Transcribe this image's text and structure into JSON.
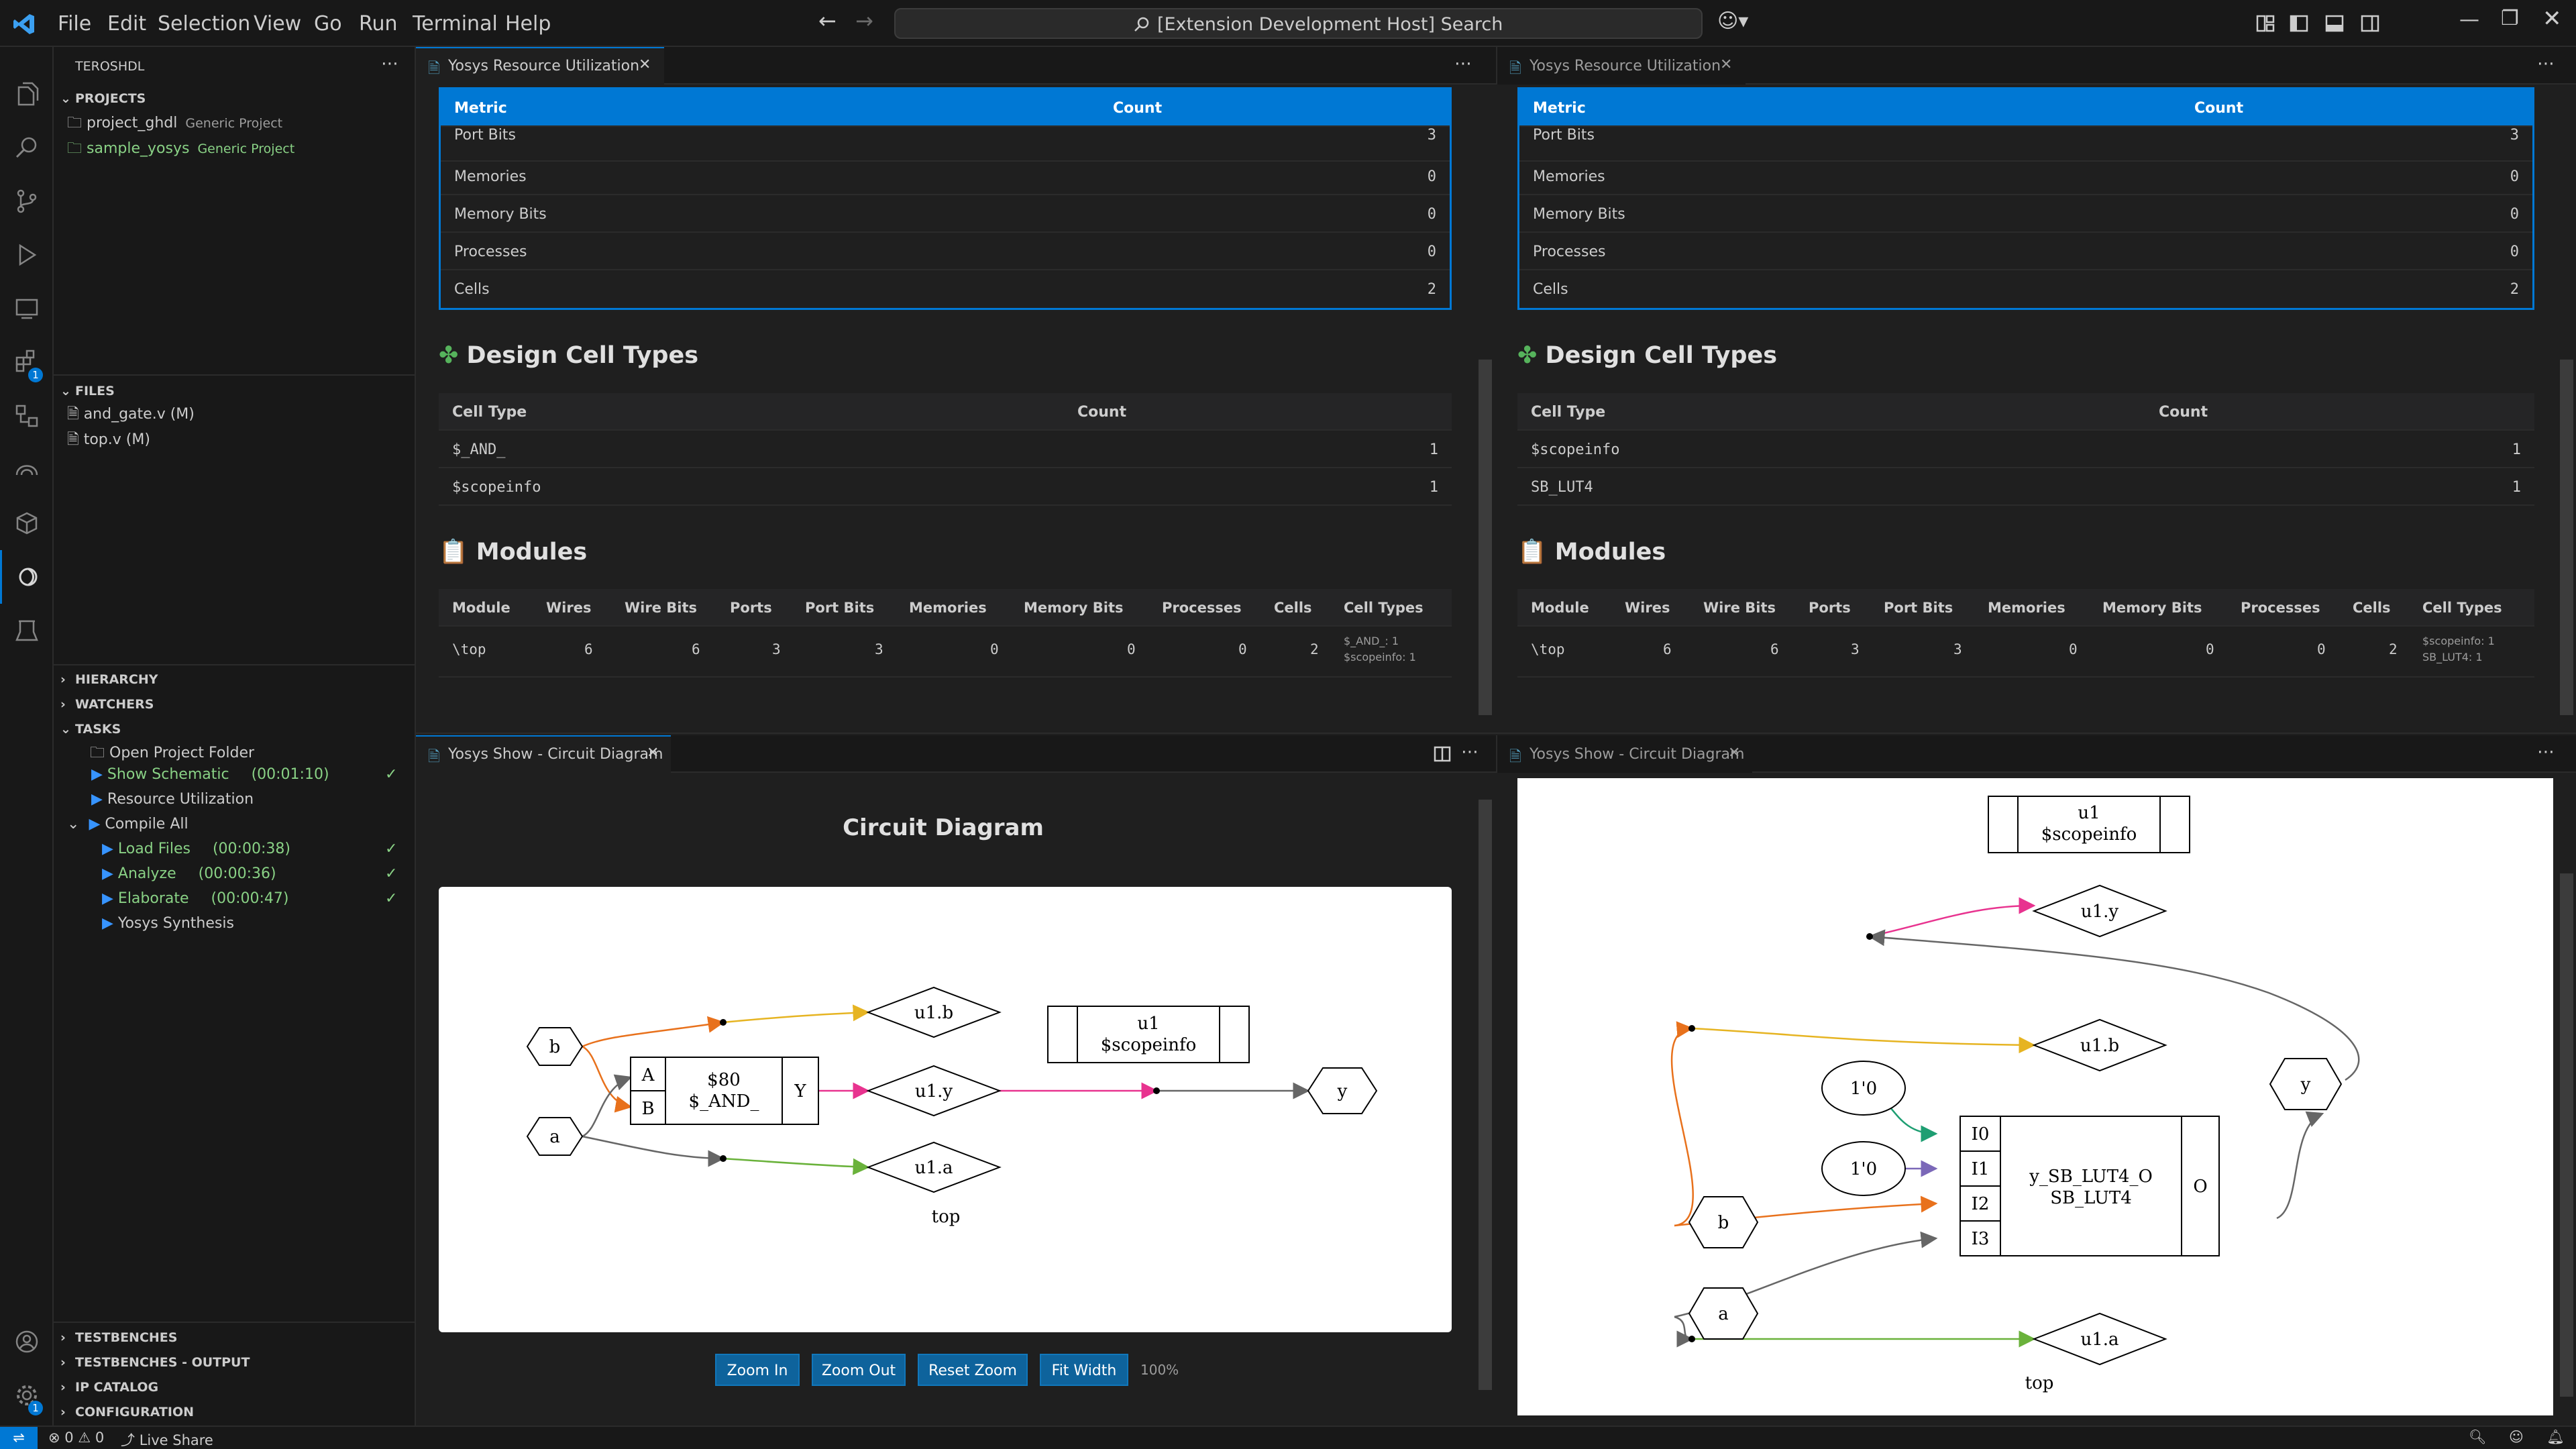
{
  "title_bar": {
    "menu": [
      "File",
      "Edit",
      "Selection",
      "View",
      "Go",
      "Run",
      "Terminal",
      "Help"
    ],
    "search_text": "[Extension Development Host] Search"
  },
  "sidebar": {
    "title": "TEROSHDL",
    "projects_header": "PROJECTS",
    "projects": [
      {
        "name": "project_ghdl",
        "desc": "Generic Project"
      },
      {
        "name": "sample_yosys",
        "desc": "Generic Project"
      }
    ],
    "files_header": "FILES",
    "files": [
      "and_gate.v (M)",
      "top.v (M)"
    ],
    "hierarchy_header": "HIERARCHY",
    "watchers_header": "WATCHERS",
    "tasks_header": "TASKS",
    "tasks": [
      {
        "label": "Open Project Folder",
        "time": "",
        "done": false
      },
      {
        "label": "Show Schematic",
        "time": "(00:01:10)",
        "done": true
      },
      {
        "label": "Resource Utilization",
        "time": "",
        "done": false
      },
      {
        "label": "Compile All",
        "time": "",
        "done": false
      },
      {
        "label": "Load Files",
        "time": "(00:00:38)",
        "done": true
      },
      {
        "label": "Analyze",
        "time": "(00:00:36)",
        "done": true
      },
      {
        "label": "Elaborate",
        "time": "(00:00:47)",
        "done": true
      },
      {
        "label": "Yosys Synthesis",
        "time": "",
        "done": false
      }
    ],
    "bottom_sections": [
      "TESTBENCHES",
      "TESTBENCHES - OUTPUT",
      "IP CATALOG",
      "CONFIGURATION"
    ]
  },
  "left_top": {
    "tab": "Yosys Resource Utilization",
    "metric_header": [
      "Metric",
      "Count"
    ],
    "metrics": [
      [
        "Port Bits",
        "3"
      ],
      [
        "Memories",
        "0"
      ],
      [
        "Memory Bits",
        "0"
      ],
      [
        "Processes",
        "0"
      ],
      [
        "Cells",
        "2"
      ]
    ],
    "cell_types_title": "Design Cell Types",
    "cell_types_header": [
      "Cell Type",
      "Count"
    ],
    "cell_types": [
      [
        "$_AND_",
        "1"
      ],
      [
        "$scopeinfo",
        "1"
      ]
    ],
    "modules_title": "Modules",
    "modules_header": [
      "Module",
      "Wires",
      "Wire Bits",
      "Ports",
      "Port Bits",
      "Memories",
      "Memory Bits",
      "Processes",
      "Cells",
      "Cell Types"
    ],
    "modules_row": [
      "\\top",
      "6",
      "6",
      "3",
      "3",
      "0",
      "0",
      "0",
      "2"
    ],
    "modules_cell_types": [
      "$_AND_: 1",
      "$scopeinfo: 1"
    ]
  },
  "right_top": {
    "tab": "Yosys Resource Utilization",
    "metric_header": [
      "Metric",
      "Count"
    ],
    "metrics": [
      [
        "Port Bits",
        "3"
      ],
      [
        "Memories",
        "0"
      ],
      [
        "Memory Bits",
        "0"
      ],
      [
        "Processes",
        "0"
      ],
      [
        "Cells",
        "2"
      ]
    ],
    "cell_types_title": "Design Cell Types",
    "cell_types_header": [
      "Cell Type",
      "Count"
    ],
    "cell_types": [
      [
        "$scopeinfo",
        "1"
      ],
      [
        "SB_LUT4",
        "1"
      ]
    ],
    "modules_title": "Modules",
    "modules_header": [
      "Module",
      "Wires",
      "Wire Bits",
      "Ports",
      "Port Bits",
      "Memories",
      "Memory Bits",
      "Processes",
      "Cells",
      "Cell Types"
    ],
    "modules_row": [
      "\\top",
      "6",
      "6",
      "3",
      "3",
      "0",
      "0",
      "0",
      "2"
    ],
    "modules_cell_types": [
      "$scopeinfo: 1",
      "SB_LUT4: 1"
    ]
  },
  "left_bottom": {
    "tab": "Yosys Show - Circuit Diagram",
    "heading": "Circuit Diagram",
    "buttons": [
      "Zoom In",
      "Zoom Out",
      "Reset Zoom",
      "Fit Width"
    ],
    "zoom": "100%",
    "diagram": {
      "inputs": [
        "b",
        "a"
      ],
      "output": "y",
      "cell_id": "$80",
      "cell_type": "$_AND_",
      "cell_ports_in": [
        "A",
        "B"
      ],
      "cell_port_out": "Y",
      "wires": [
        "u1.b",
        "u1.y",
        "u1.a"
      ],
      "scope_name": "u1",
      "scope_type": "$scopeinfo",
      "module": "top"
    }
  },
  "right_bottom": {
    "tab": "Yosys Show - Circuit Diagram",
    "diagram": {
      "inputs": [
        "b",
        "a"
      ],
      "output": "y",
      "constants": [
        "1'0",
        "1'0"
      ],
      "cell_id": "y_SB_LUT4_O",
      "cell_type": "SB_LUT4",
      "cell_ports_in": [
        "I0",
        "I1",
        "I2",
        "I3"
      ],
      "cell_port_out": "O",
      "wires": [
        "u1.y",
        "u1.b",
        "u1.a"
      ],
      "scope_name": "u1",
      "scope_type": "$scopeinfo",
      "module": "top"
    }
  },
  "status": {
    "errors": "0",
    "warnings": "0",
    "live_share": "Live Share",
    "badge": "1"
  }
}
